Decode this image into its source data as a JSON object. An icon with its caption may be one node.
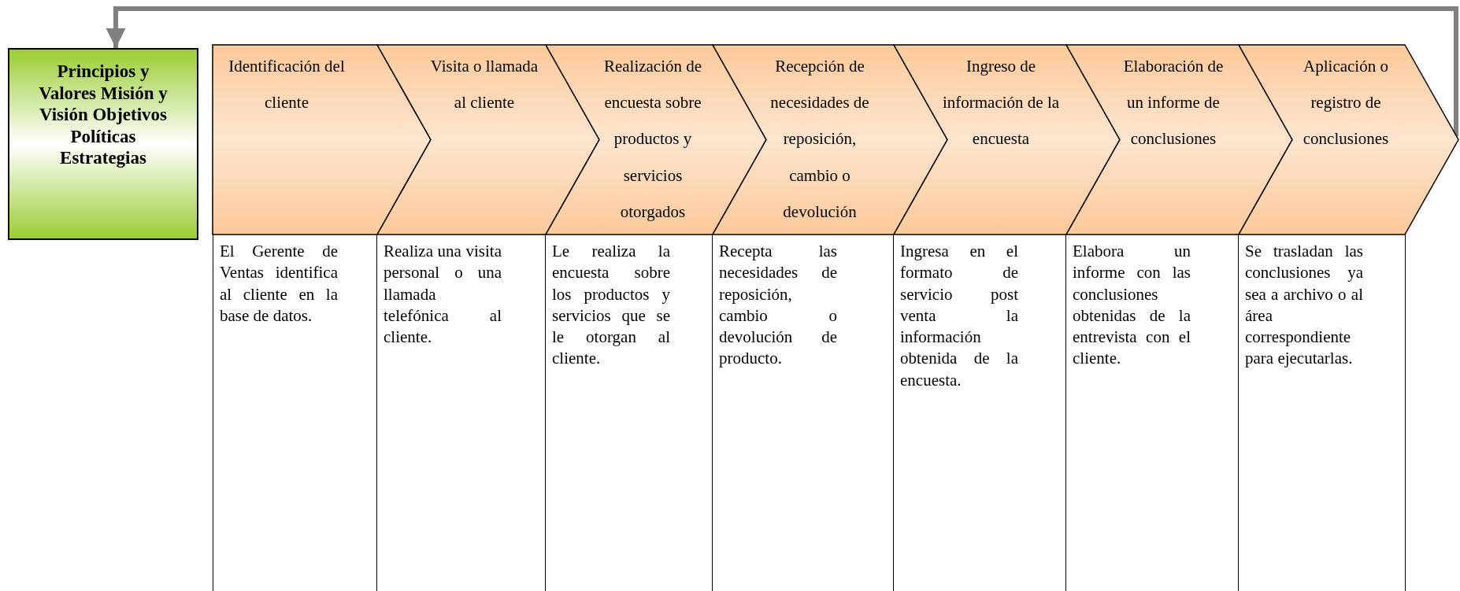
{
  "diagram": {
    "nodes": [
      {
        "text": [
          "Principios y Valores Misión y Visión Objetivos Políticas Estrategias"
        ]
      },
      {
        "text": [
          "Identificación del cliente"
        ]
      },
      {
        "text": [
          "Visita o llamada al cliente"
        ]
      },
      {
        "text": [
          "Realización de encuesta sobre productos y servicios otorgados"
        ]
      },
      {
        "text": [
          "Recepción de necesidades de reposición, cambio o devolución"
        ]
      },
      {
        "text": [
          "Ingreso de información de la encuesta"
        ]
      },
      {
        "text": [
          "Elaboración de un informe de conclusiones"
        ]
      },
      {
        "text": [
          "Aplicación o registro de conclusiones"
        ]
      },
      {
        "text": [
          "El Gerente de Ventas identifica al cliente en la base de datos."
        ]
      },
      {
        "text": [
          "Realiza una visita personal o una llamada telefónica al cliente."
        ]
      },
      {
        "text": [
          "Le realiza la encuesta sobre los productos y servicios que se le otorgan al cliente."
        ]
      },
      {
        "text": [
          "Recepta las necesidades de reposición, cambio o devolución de producto."
        ]
      },
      {
        "text": [
          "Ingresa en el formato de servicio post venta la información obtenida de la encuesta."
        ]
      },
      {
        "text": [
          "Elabora un informe con las conclusiones obtenidas de la entrevista con el cliente."
        ]
      },
      {
        "text": [
          "Se trasladan las conclusiones ya sea a archivo o al área correspondiente para ejecutarlas."
        ]
      }
    ],
    "edges": [
      {
        "from": 7,
        "to": 0,
        "arrow": "to"
      }
    ]
  }
}
